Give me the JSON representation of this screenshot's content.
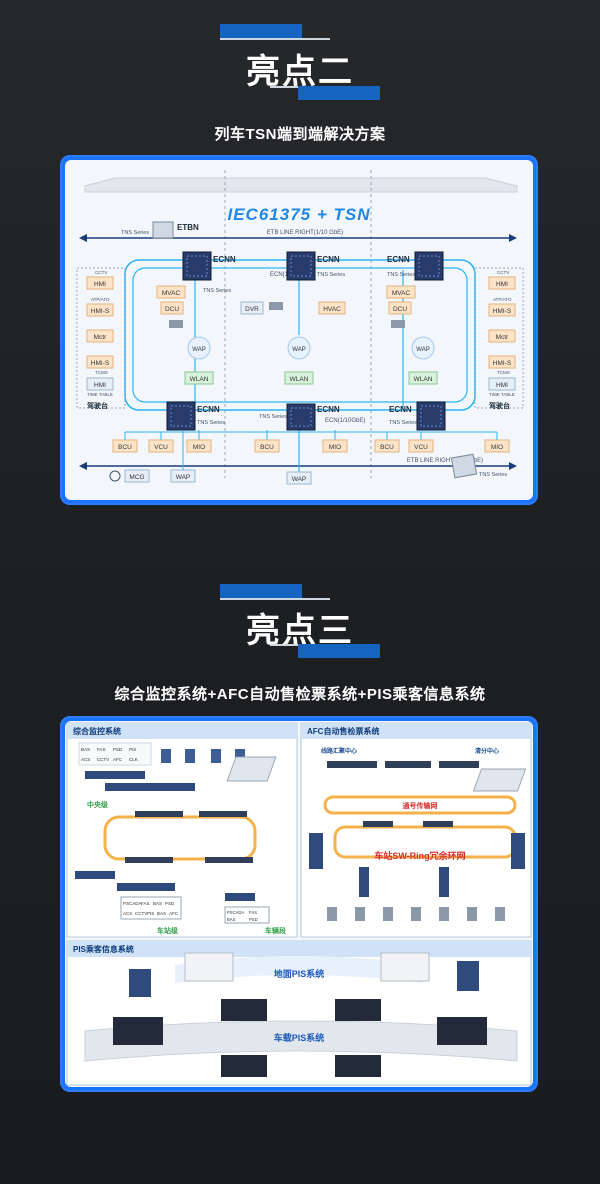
{
  "section2": {
    "heading": "亮点二",
    "subtitle": "列车TSN端到端解决方案",
    "diagram": {
      "main_title": "IEC61375 + TSN",
      "etb_top": "ETB LINE RIGHT(1/10 GbE)",
      "etb_bottom": "ETB LINE RIGHT(1/10 GbE)",
      "ecn_label": "ECN(1/10GbE)",
      "ecn_label_bottom": "ECN(1/10GbE)",
      "tns_series": "TNS Series",
      "etbn": "ETBN",
      "ecnn": "ECNN",
      "left_nodes": [
        "HMI",
        "HMI-S",
        "Mctr",
        "HMI-S",
        "HMI"
      ],
      "left_small": [
        "CCTV",
        "ATP/ATO",
        "",
        "TCMS",
        "TIME TABLE"
      ],
      "right_nodes": [
        "HMI",
        "HMI-S",
        "Mctr",
        "HMI-S",
        "HMI"
      ],
      "right_small": [
        "CCTV",
        "ATP/ATO",
        "",
        "TCMS",
        "TIME TABLE"
      ],
      "console": "驾驶台",
      "mvac": "MVAC",
      "dcu": "DCU",
      "dvr": "DVR",
      "hvac": "HVAC",
      "wap": "WAP",
      "wlan": "WLAN",
      "bcu": "BCU",
      "vcu": "VCU",
      "mio": "MIO",
      "mcg": "MCG"
    }
  },
  "section3": {
    "heading": "亮点三",
    "subtitle": "综合监控系统+AFC自动售检票系统+PIS乘客信息系统",
    "panel_iscs": {
      "title": "综合监控系统",
      "grid": [
        "BAS",
        "FAS",
        "PSD",
        "PIS",
        "ACS",
        "CCTV",
        "AFC",
        "CLK"
      ],
      "central_level": "中央级",
      "station_level": "车站级",
      "vehicle_segment": "车辆段",
      "station_grid": [
        "PSCADA",
        "FAS",
        "BAS",
        "PSD",
        "ACS",
        "CCTV",
        "PIS",
        "BAS",
        "AFC"
      ],
      "depot_grid": [
        "PSCADA",
        "FAS",
        "BAS",
        "PSD"
      ]
    },
    "panel_afc": {
      "title": "AFC自动售检票系统",
      "line_center": "线路汇聚中心",
      "clearing_center": "清分中心",
      "comm_network": "通号传输网",
      "ring": "车站SW-Ring冗余环网"
    },
    "panel_pis": {
      "title": "PIS乘客信息系统",
      "ground": "地面PIS系统",
      "onboard": "车载PIS系统"
    }
  }
}
